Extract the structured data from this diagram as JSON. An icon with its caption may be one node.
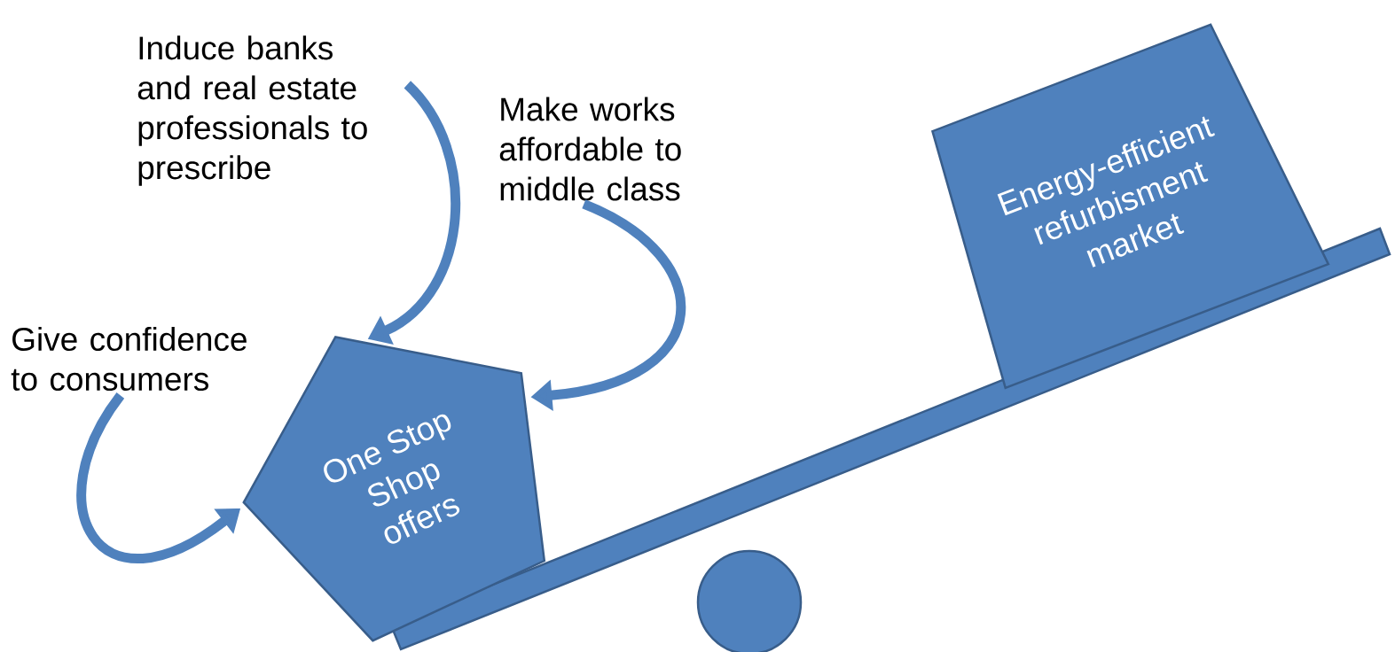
{
  "diagram": {
    "nodes": [
      {
        "text": [
          "Induce banks and real estate professionals to prescribe"
        ]
      },
      {
        "text": [
          "Make works affordable to middle class"
        ]
      },
      {
        "text": [
          "Give confidence to consumers"
        ]
      },
      {
        "text": [
          "One Stop Shop offers"
        ]
      },
      {
        "text": [
          "Energy-efficient refurbisment market"
        ]
      }
    ],
    "edges": [
      {
        "from": 0,
        "to": 3,
        "arrow": "to"
      },
      {
        "from": 1,
        "to": 3,
        "arrow": "to"
      },
      {
        "from": 2,
        "to": 3,
        "arrow": "to"
      }
    ]
  }
}
